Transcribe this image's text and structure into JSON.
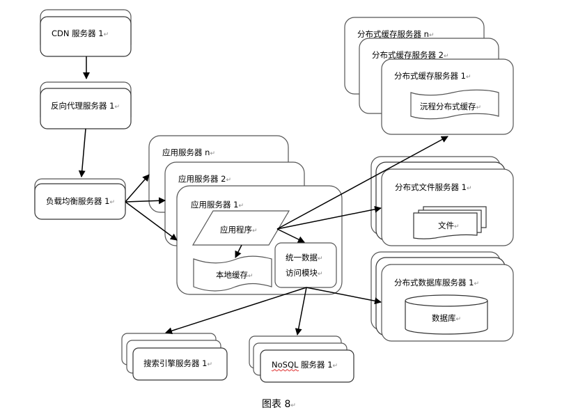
{
  "diagram": {
    "caption": "图表 8",
    "paragraph_mark": "↵",
    "nodes": {
      "cdn": {
        "label": "CDN 服务器 1"
      },
      "reverse_proxy": {
        "label": "反向代理服务器 1"
      },
      "load_balancer": {
        "label": "负载均衡服务器 1"
      },
      "app_server_n": {
        "label": "应用服务器 n"
      },
      "app_server_2": {
        "label": "应用服务器 2"
      },
      "app_server_1": {
        "label": "应用服务器 1"
      },
      "application": {
        "label": "应用程序"
      },
      "local_cache": {
        "label": "本地缓存"
      },
      "data_access": {
        "line1": "统一数据",
        "line2": "访问模块"
      },
      "cache_server_n": {
        "label": "分布式缓存服务器 n"
      },
      "cache_server_2": {
        "label": "分布式缓存服务器 2"
      },
      "cache_server_1": {
        "label": "分布式缓存服务器 1"
      },
      "remote_cache": {
        "label": "沅程分布式缓存"
      },
      "file_server_1": {
        "label": "分布式文件服务器 1"
      },
      "file": {
        "label": "文件"
      },
      "db_server_1": {
        "label": "分布式数据库服务器 1"
      },
      "database": {
        "label": "数据库"
      },
      "search_server_1": {
        "label": "搜索引擎服务器 1"
      },
      "nosql_server_1": {
        "label": "NoSQL 服务器 1"
      }
    },
    "edges": [
      {
        "from": "cdn",
        "to": "reverse_proxy"
      },
      {
        "from": "reverse_proxy",
        "to": "load_balancer"
      },
      {
        "from": "load_balancer",
        "to": "app_server_n"
      },
      {
        "from": "load_balancer",
        "to": "app_server_2"
      },
      {
        "from": "load_balancer",
        "to": "app_server_1"
      },
      {
        "from": "application",
        "to": "local_cache"
      },
      {
        "from": "application",
        "to": "data_access"
      },
      {
        "from": "application",
        "to": "cache_server_1"
      },
      {
        "from": "application",
        "to": "file_server_1"
      },
      {
        "from": "data_access",
        "to": "db_server_1"
      },
      {
        "from": "data_access",
        "to": "search_server_1"
      },
      {
        "from": "data_access",
        "to": "nosql_server_1"
      }
    ]
  }
}
